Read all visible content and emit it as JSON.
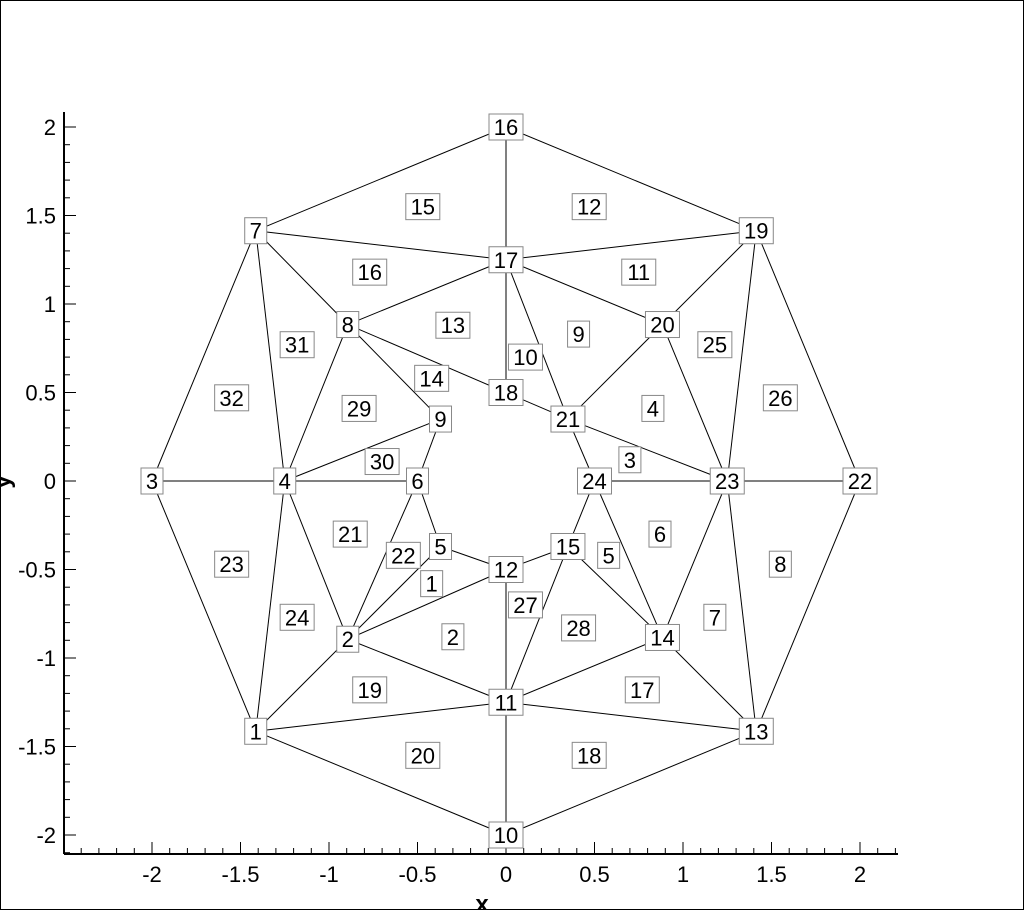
{
  "chart_data": {
    "type": "mesh",
    "xlabel": "x",
    "ylabel": "y",
    "xlim": [
      -2.5,
      2.22
    ],
    "ylim": [
      -2.1,
      2.1
    ],
    "xticks": [
      -2,
      -1.5,
      -1,
      -0.5,
      0,
      0.5,
      1,
      1.5,
      2
    ],
    "yticks": [
      -2,
      -1.5,
      -1,
      -0.5,
      0,
      0.5,
      1,
      1.5,
      2
    ],
    "xtick_labels": [
      "-2",
      "-1.5",
      "-1",
      "-0.5",
      "0",
      "0.5",
      "1",
      "1.5",
      "2"
    ],
    "ytick_labels": [
      "-2",
      "-1.5",
      "-1",
      "-0.5",
      "0",
      "0.5",
      "1",
      "1.5",
      "2"
    ],
    "nodes": [
      {
        "id": "1",
        "x": -1.414,
        "y": -1.414
      },
      {
        "id": "2",
        "x": -0.894,
        "y": -0.894
      },
      {
        "id": "3",
        "x": -2.0,
        "y": 0.0
      },
      {
        "id": "4",
        "x": -1.25,
        "y": 0.0
      },
      {
        "id": "5",
        "x": -0.37,
        "y": -0.37
      },
      {
        "id": "6",
        "x": -0.5,
        "y": 0.0
      },
      {
        "id": "7",
        "x": -1.414,
        "y": 1.414
      },
      {
        "id": "8",
        "x": -0.894,
        "y": 0.884
      },
      {
        "id": "9",
        "x": -0.37,
        "y": 0.35
      },
      {
        "id": "10",
        "x": 0.0,
        "y": -2.0
      },
      {
        "id": "11",
        "x": 0.0,
        "y": -1.25
      },
      {
        "id": "12",
        "x": 0.0,
        "y": -0.5
      },
      {
        "id": "13",
        "x": 1.414,
        "y": -1.414
      },
      {
        "id": "14",
        "x": 0.884,
        "y": -0.884
      },
      {
        "id": "15",
        "x": 0.35,
        "y": -0.37
      },
      {
        "id": "16",
        "x": 0.0,
        "y": 2.0
      },
      {
        "id": "17",
        "x": 0.0,
        "y": 1.25
      },
      {
        "id": "18",
        "x": 0.0,
        "y": 0.5
      },
      {
        "id": "19",
        "x": 1.414,
        "y": 1.414
      },
      {
        "id": "20",
        "x": 0.884,
        "y": 0.884
      },
      {
        "id": "21",
        "x": 0.35,
        "y": 0.35
      },
      {
        "id": "22",
        "x": 2.0,
        "y": 0.0
      },
      {
        "id": "23",
        "x": 1.25,
        "y": 0.0
      },
      {
        "id": "24",
        "x": 0.5,
        "y": 0.0
      }
    ],
    "edges": [
      [
        "1",
        "2"
      ],
      [
        "1",
        "4"
      ],
      [
        "1",
        "3"
      ],
      [
        "1",
        "10"
      ],
      [
        "1",
        "11"
      ],
      [
        "2",
        "4"
      ],
      [
        "2",
        "6"
      ],
      [
        "2",
        "5"
      ],
      [
        "2",
        "12"
      ],
      [
        "2",
        "11"
      ],
      [
        "3",
        "4"
      ],
      [
        "3",
        "7"
      ],
      [
        "4",
        "7"
      ],
      [
        "4",
        "8"
      ],
      [
        "4",
        "9"
      ],
      [
        "4",
        "6"
      ],
      [
        "5",
        "6"
      ],
      [
        "5",
        "12"
      ],
      [
        "6",
        "9"
      ],
      [
        "7",
        "8"
      ],
      [
        "7",
        "16"
      ],
      [
        "7",
        "17"
      ],
      [
        "8",
        "17"
      ],
      [
        "8",
        "18"
      ],
      [
        "8",
        "9"
      ],
      [
        "10",
        "11"
      ],
      [
        "10",
        "13"
      ],
      [
        "11",
        "12"
      ],
      [
        "11",
        "15"
      ],
      [
        "11",
        "14"
      ],
      [
        "11",
        "13"
      ],
      [
        "12",
        "15"
      ],
      [
        "13",
        "14"
      ],
      [
        "13",
        "23"
      ],
      [
        "13",
        "22"
      ],
      [
        "14",
        "23"
      ],
      [
        "14",
        "24"
      ],
      [
        "14",
        "15"
      ],
      [
        "15",
        "24"
      ],
      [
        "16",
        "17"
      ],
      [
        "16",
        "19"
      ],
      [
        "17",
        "18"
      ],
      [
        "17",
        "21"
      ],
      [
        "17",
        "20"
      ],
      [
        "17",
        "19"
      ],
      [
        "18",
        "21"
      ],
      [
        "19",
        "20"
      ],
      [
        "19",
        "23"
      ],
      [
        "19",
        "22"
      ],
      [
        "20",
        "23"
      ],
      [
        "20",
        "21"
      ],
      [
        "21",
        "23"
      ],
      [
        "21",
        "24"
      ],
      [
        "22",
        "23"
      ],
      [
        "23",
        "24"
      ]
    ],
    "elements": [
      {
        "id": "1",
        "x": -0.42,
        "y": -0.58
      },
      {
        "id": "2",
        "x": -0.3,
        "y": -0.88
      },
      {
        "id": "3",
        "x": 0.7,
        "y": 0.12
      },
      {
        "id": "4",
        "x": 0.83,
        "y": 0.41
      },
      {
        "id": "5",
        "x": 0.58,
        "y": -0.42
      },
      {
        "id": "6",
        "x": 0.87,
        "y": -0.3
      },
      {
        "id": "7",
        "x": 1.18,
        "y": -0.77
      },
      {
        "id": "8",
        "x": 1.55,
        "y": -0.47
      },
      {
        "id": "9",
        "x": 0.41,
        "y": 0.83
      },
      {
        "id": "10",
        "x": 0.11,
        "y": 0.7
      },
      {
        "id": "11",
        "x": 0.75,
        "y": 1.18
      },
      {
        "id": "12",
        "x": 0.47,
        "y": 1.55
      },
      {
        "id": "13",
        "x": -0.3,
        "y": 0.88
      },
      {
        "id": "14",
        "x": -0.42,
        "y": 0.58
      },
      {
        "id": "15",
        "x": -0.47,
        "y": 1.55
      },
      {
        "id": "16",
        "x": -0.77,
        "y": 1.18
      },
      {
        "id": "17",
        "x": 0.77,
        "y": -1.18
      },
      {
        "id": "18",
        "x": 0.47,
        "y": -1.55
      },
      {
        "id": "19",
        "x": -0.77,
        "y": -1.18
      },
      {
        "id": "20",
        "x": -0.47,
        "y": -1.55
      },
      {
        "id": "21",
        "x": -0.88,
        "y": -0.3
      },
      {
        "id": "22",
        "x": -0.58,
        "y": -0.42
      },
      {
        "id": "23",
        "x": -1.55,
        "y": -0.47
      },
      {
        "id": "24",
        "x": -1.18,
        "y": -0.77
      },
      {
        "id": "25",
        "x": 1.18,
        "y": 0.77
      },
      {
        "id": "26",
        "x": 1.55,
        "y": 0.47
      },
      {
        "id": "27",
        "x": 0.11,
        "y": -0.7
      },
      {
        "id": "28",
        "x": 0.41,
        "y": -0.83
      },
      {
        "id": "29",
        "x": -0.83,
        "y": 0.41
      },
      {
        "id": "30",
        "x": -0.7,
        "y": 0.11
      },
      {
        "id": "31",
        "x": -1.18,
        "y": 0.77
      },
      {
        "id": "32",
        "x": -1.55,
        "y": 0.47
      }
    ]
  }
}
